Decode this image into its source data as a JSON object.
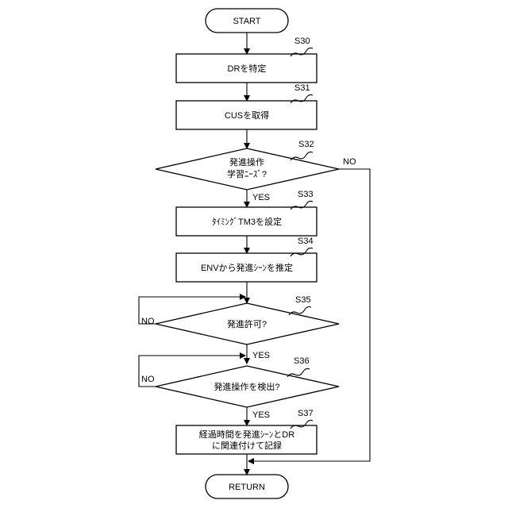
{
  "nodes": {
    "start": {
      "label": "START"
    },
    "s30": {
      "label": "DRを特定",
      "step": "S30"
    },
    "s31": {
      "label": "CUSを取得",
      "step": "S31"
    },
    "s32": {
      "line1": "発進操作",
      "line2": "学習ﾆｰｽﾞ?",
      "step": "S32"
    },
    "s33": {
      "label": "ﾀｲﾐﾝｸﾞTM3を設定",
      "step": "S33"
    },
    "s34": {
      "label": "ENVから発進ｼｰﾝを推定",
      "step": "S34"
    },
    "s35": {
      "label": "発進許可?",
      "step": "S35"
    },
    "s36": {
      "label": "発進操作を検出?",
      "step": "S36"
    },
    "s37": {
      "line1": "経過時間を発進ｼｰﾝとDR",
      "line2": "に関連付けて記録",
      "step": "S37"
    },
    "return": {
      "label": "RETURN"
    }
  },
  "branches": {
    "s32_no": "NO",
    "s32_yes": "YES",
    "s35_no": "NO",
    "s35_yes": "YES",
    "s36_no": "NO",
    "s36_yes": "YES"
  }
}
